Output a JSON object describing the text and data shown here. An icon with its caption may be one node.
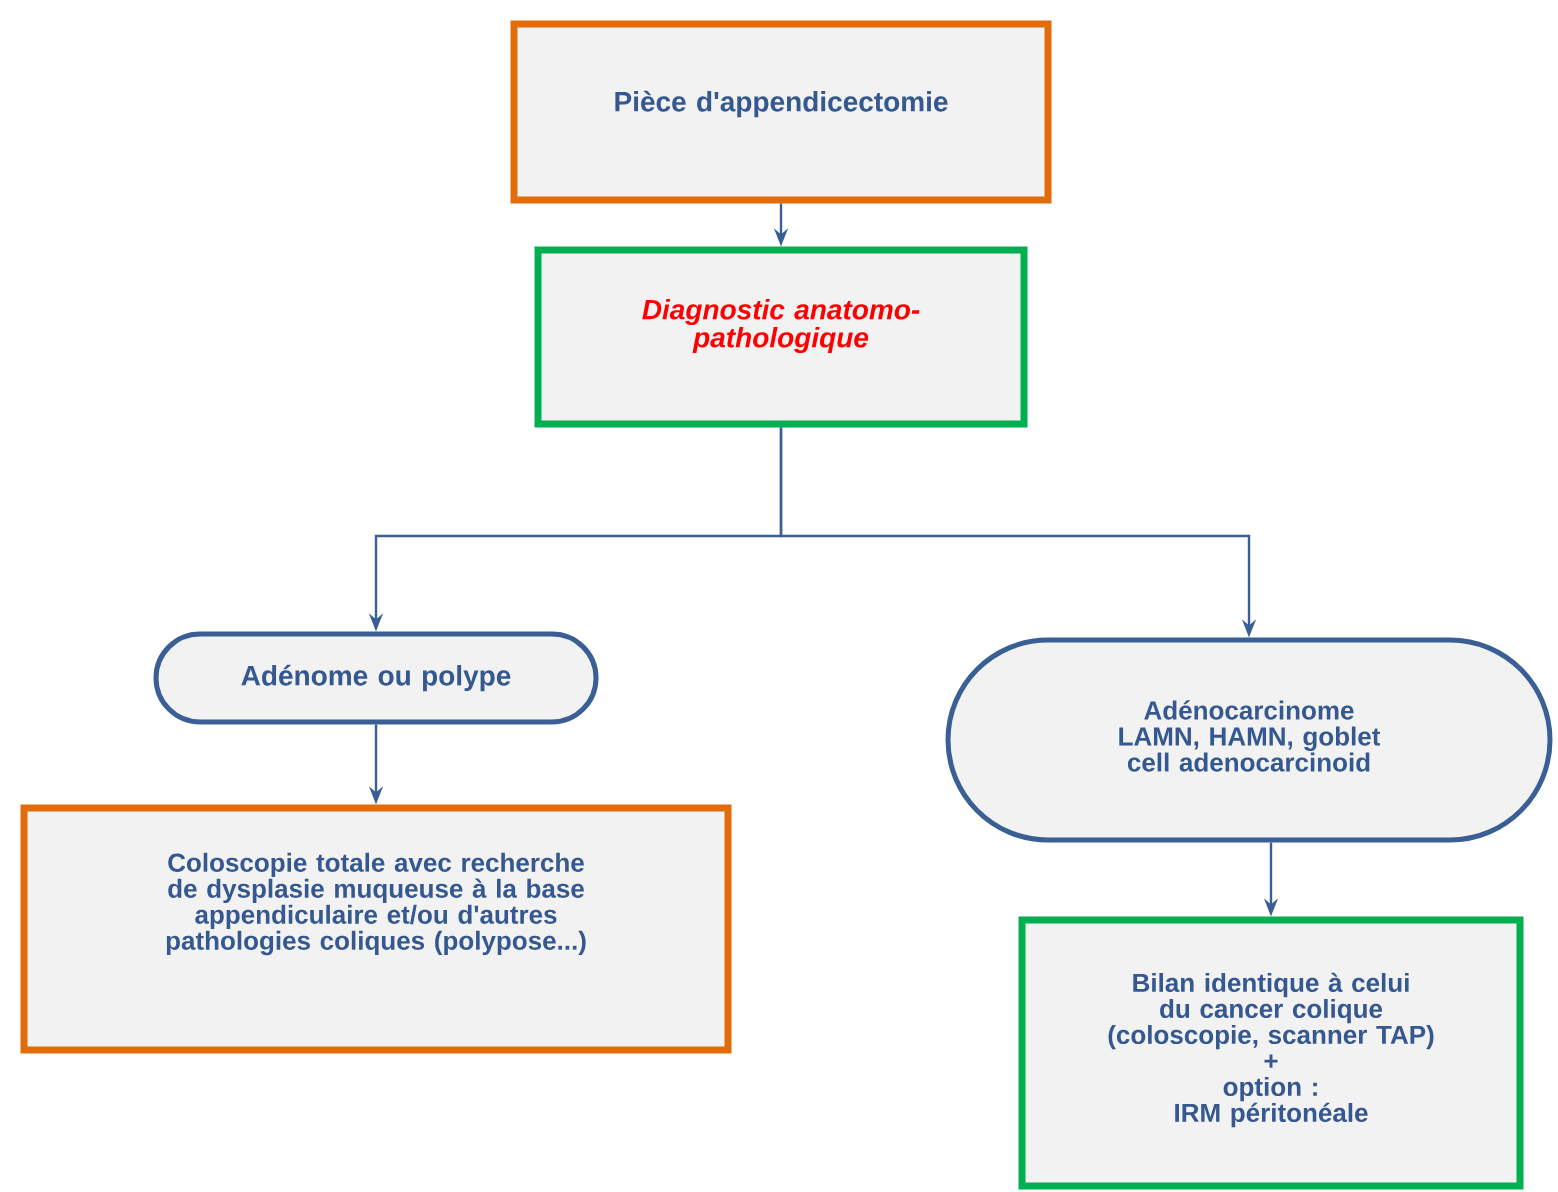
{
  "diagram": {
    "nodes": [
      {
        "text": [
          "Pièce d'appendicectomie"
        ]
      },
      {
        "text": [
          "Diagnostic anatomo-pathologique"
        ]
      },
      {
        "text": [
          "Adénome ou polype"
        ]
      },
      {
        "text": [
          "Adénocarcinome LAMN, HAMN, goblet cell adenocarcinoid"
        ]
      },
      {
        "text": [
          "Coloscopie totale avec recherche de dysplasie muqueuse à la base appendiculaire et/ou d'autres pathologies coliques (polypose...)"
        ]
      },
      {
        "text": [
          "Bilan identique à celui du cancer colique",
          "(coloscopie, scanner TAP)",
          "+",
          "option :",
          "IRM péritonéale"
        ]
      }
    ],
    "edges": [
      {
        "from": 0,
        "to": 1,
        "arrow": "to"
      },
      {
        "from": 1,
        "to": 2,
        "arrow": "to"
      },
      {
        "from": 1,
        "to": 3,
        "arrow": "to"
      },
      {
        "from": 2,
        "to": 4,
        "arrow": "to"
      },
      {
        "from": 3,
        "to": 5,
        "arrow": "to"
      }
    ]
  }
}
